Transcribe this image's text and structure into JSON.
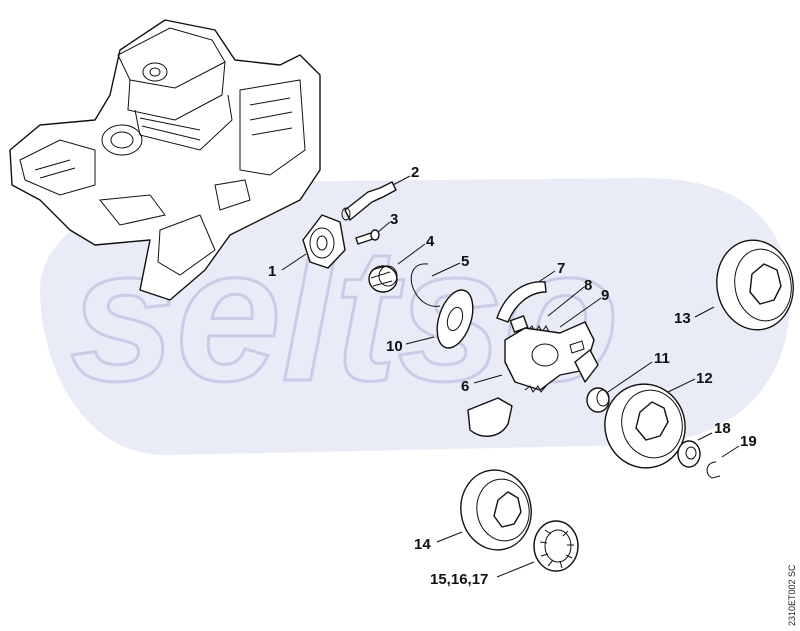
{
  "watermark": "seltso",
  "drawing_code": "2310ET002 SC",
  "callouts": [
    "1",
    "2",
    "3",
    "4",
    "5",
    "6",
    "7",
    "8",
    "9",
    "10",
    "11",
    "12",
    "13",
    "14",
    "15,16,17",
    "18",
    "19"
  ]
}
